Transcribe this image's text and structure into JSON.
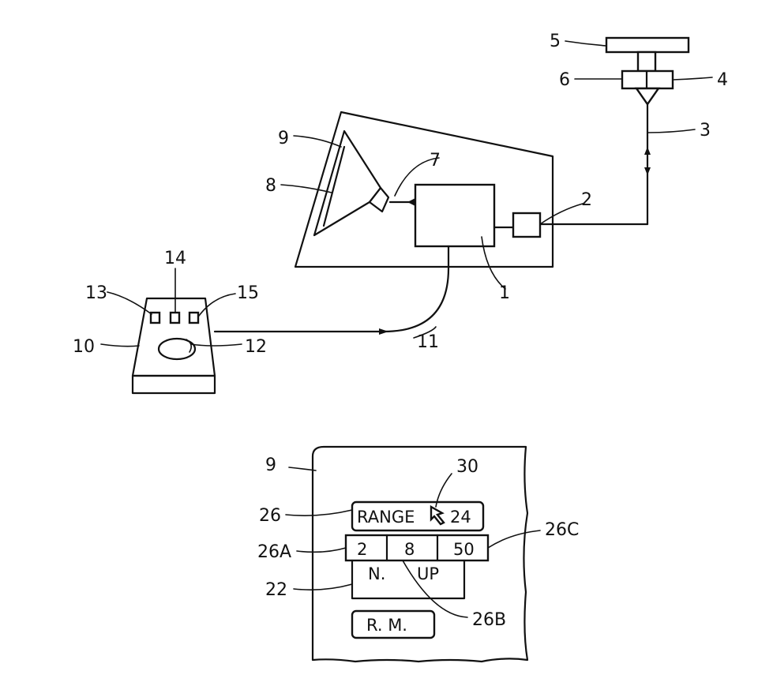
{
  "labels": {
    "r1": "1",
    "r2": "2",
    "r3": "3",
    "r4": "4",
    "r5": "5",
    "r6": "6",
    "r7": "7",
    "r8": "8",
    "r9a": "9",
    "r9b": "9",
    "r10": "10",
    "r11": "11",
    "r12": "12",
    "r13": "13",
    "r14": "14",
    "r15": "15",
    "r22": "22",
    "r26": "26",
    "r26a": "26A",
    "r26b": "26B",
    "r26c": "26C",
    "r30": "30"
  },
  "screen_menu": {
    "range_label": "RANGE",
    "range_value": "24",
    "options": [
      "2",
      "8",
      "50"
    ],
    "north_up_n": "N.",
    "north_up_up": "UP",
    "rm_label": "R. M."
  }
}
